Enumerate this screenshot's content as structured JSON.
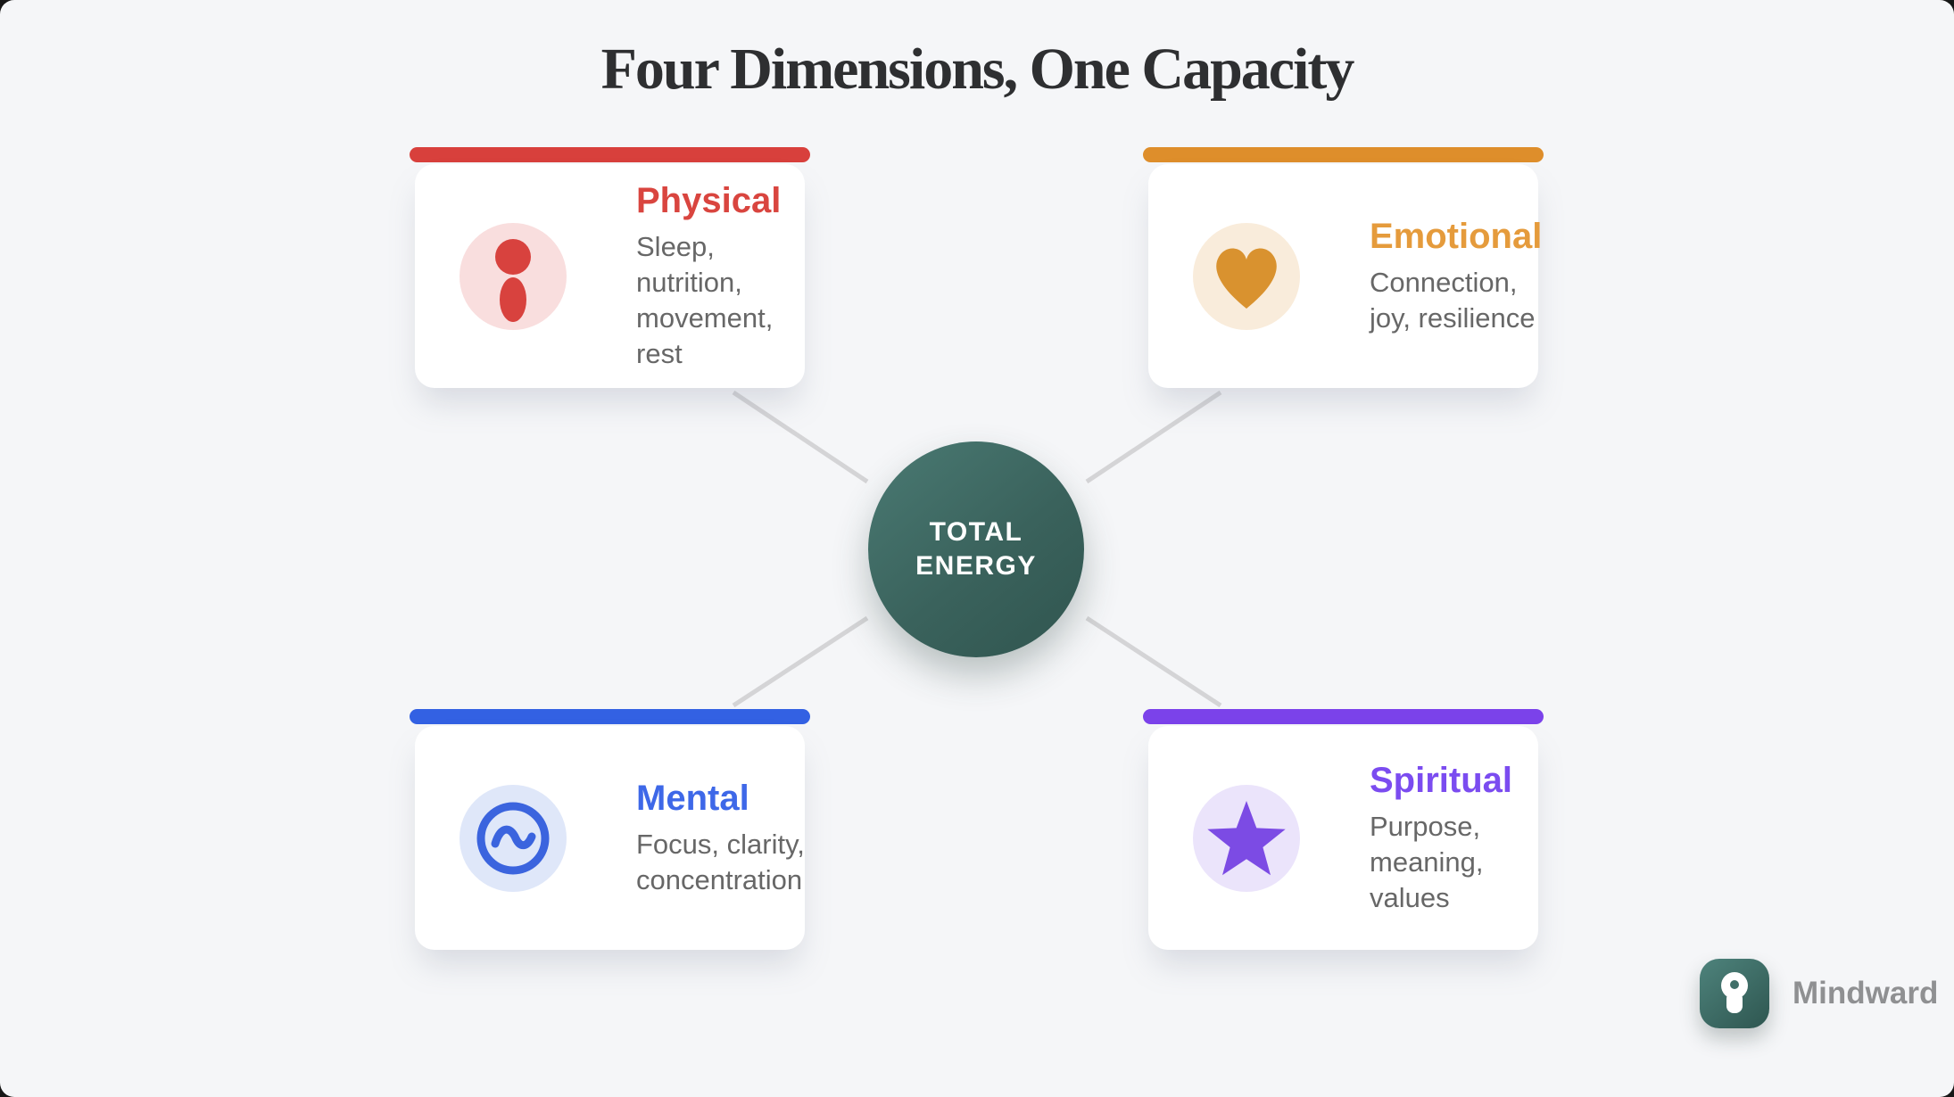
{
  "page": {
    "background": "#f5f6f8",
    "frame_background": "#171717"
  },
  "title": {
    "text": "Four Dimensions, One Capacity",
    "color": "#2e2f31"
  },
  "center": {
    "label": "TOTAL\nENERGY",
    "text_color": "#ffffff",
    "gradient_top": "#4a7a73",
    "gradient_bottom": "#30554f"
  },
  "connector_color": "#d4d4d6",
  "description_color": "#676767",
  "cards": [
    {
      "title": "Physical",
      "description": "Sleep, nutrition,\nmovement, rest",
      "icon": "person-icon",
      "colors": {
        "accent": "#d8423e",
        "bar": "#d8403c",
        "light": "#f9dede",
        "title": "#d9453f"
      }
    },
    {
      "title": "Emotional",
      "description": "Connection,\njoy, resilience",
      "icon": "heart-icon",
      "colors": {
        "accent": "#d9922f",
        "bar": "#de8e2b",
        "light": "#f9ecdb",
        "title": "#e59b3c"
      }
    },
    {
      "title": "Mental",
      "description": "Focus, clarity,\nconcentration",
      "icon": "wave-icon",
      "colors": {
        "accent": "#3b64de",
        "bar": "#3361e3",
        "light": "#dfe7f9",
        "title": "#3e68e8"
      }
    },
    {
      "title": "Spiritual",
      "description": "Purpose,\nmeaning, values",
      "icon": "star-icon",
      "colors": {
        "accent": "#7c4be4",
        "bar": "#7b42ea",
        "light": "#ebe4fb",
        "title": "#7b4cf0"
      }
    }
  ],
  "brand": {
    "name": "Mindward",
    "icon": "mindward-logo-icon",
    "text_color": "#8f9092",
    "logo_gradient_top": "#4e837c",
    "logo_gradient_bottom": "#2e5650"
  }
}
